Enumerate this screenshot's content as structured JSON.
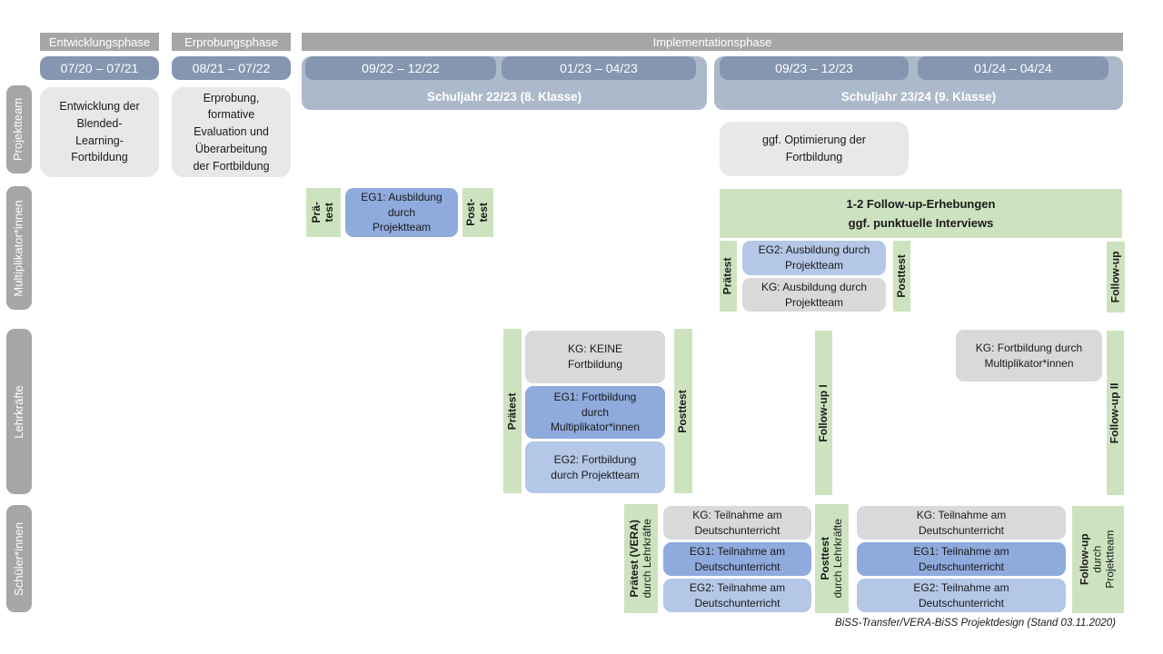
{
  "phases": [
    "Entwicklungsphase",
    "Erprobungsphase",
    "Implementationsphase"
  ],
  "dates": [
    "07/20 – 07/21",
    "08/21 – 07/22",
    "09/22 – 12/22",
    "01/23 – 04/23",
    "09/23 – 12/23",
    "01/24 – 04/24"
  ],
  "school_years": [
    "Schuljahr 22/23 (8. Klasse)",
    "Schuljahr 23/24 (9. Klasse)"
  ],
  "rows": [
    "Projektteam",
    "Multiplikator*innen",
    "Lehrkräfte",
    "Schüler*innen"
  ],
  "projektteam": {
    "entwicklung": "Entwicklung der\nBlended-\nLearning-\nFortbildung",
    "erprobung": "Erprobung,\nformative\nEvaluation und\nÜberarbeitung\nder Fortbildung",
    "optimierung": "ggf. Optimierung der\nFortbildung"
  },
  "multiplikator": {
    "praetest1": [
      "Prä-",
      "test"
    ],
    "eg1": "EG1: Ausbildung\ndurch\nProjektteam",
    "posttest1": [
      "Post-",
      "test"
    ],
    "followup_header": "1-2 Follow-up-Erhebungen\nggf. punktuelle Interviews",
    "praetest2": "Prätest",
    "eg2": "EG2: Ausbildung durch\nProjektteam",
    "kg": "KG: Ausbildung durch\nProjektteam",
    "posttest2": "Posttest",
    "followup": "Follow-up"
  },
  "lehrkraefte": {
    "praetest": "Prätest",
    "kg": "KG: KEINE\nFortbildung",
    "eg1": "EG1: Fortbildung\ndurch\nMultiplikator*innen",
    "eg2": "EG2: Fortbildung\ndurch Projektteam",
    "posttest": "Posttest",
    "followup1": "Follow-up I",
    "kg_mult": "KG: Fortbildung durch\nMultiplikator*innen",
    "followup2": "Follow-up II"
  },
  "schueler": {
    "praetest": [
      "Prätest (VERA)",
      "durch  Lehrkräfte"
    ],
    "kg1": "KG: Teilnahme am\nDeutschunterricht",
    "eg1_1": "EG1: Teilnahme am\nDeutschunterricht",
    "eg2_1": "EG2: Teilnahme am\nDeutschunterricht",
    "posttest": [
      "Posttest",
      "durch  Lehrkräfte"
    ],
    "kg2": "KG: Teilnahme am\nDeutschunterricht",
    "eg1_2": "EG1: Teilnahme am\nDeutschunterricht",
    "eg2_2": "EG2: Teilnahme am\nDeutschunterricht",
    "followup": [
      "Follow-up",
      "durch",
      "Projektteam"
    ]
  },
  "footer": "BiSS-Transfer/VERA-BiSS Projektdesign (Stand 03.11.2020)",
  "colors": {
    "phase_gray": "#A6A6A6",
    "date_blue": "#8496B0",
    "year_blue": "#ACB9CA",
    "box_gray_light": "#E9E8E8",
    "green": "#CDE3BF",
    "eg1_blue": "#8FAADC",
    "eg2_blue": "#B4C7E7",
    "kg_gray": "#D9D9D9"
  }
}
